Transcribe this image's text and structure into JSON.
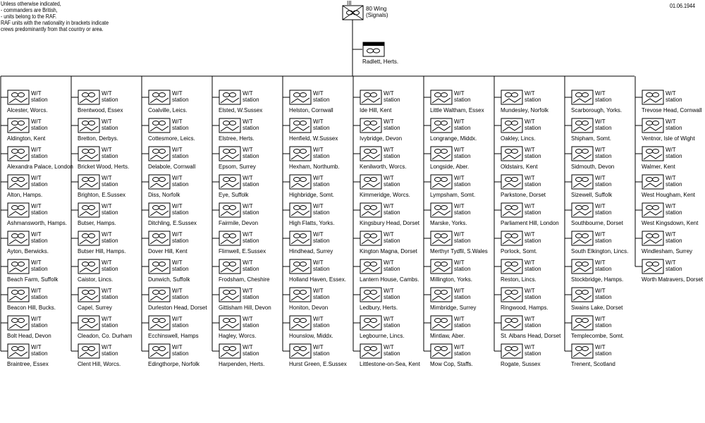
{
  "notes": {
    "line1": "Unless otherwise indicated,",
    "line2": "- commanders are British,",
    "line3": "- units belong to the RAF.",
    "line4": "RAF units with the nationality in brackets indicate",
    "line5": "crews predominantly from that country or area."
  },
  "date": "01.06.1944",
  "hq": {
    "name_line1": "80 Wing",
    "name_line2": "(Signals)",
    "strength_marks": "III"
  },
  "sub_hq": {
    "label": "Radlett, Herts."
  },
  "station_type": {
    "line1": "W/T",
    "line2": "station"
  },
  "columns": [
    [
      "Alcester, Worcs.",
      "Aldington, Kent",
      "Alexandra Palace, London",
      "Alton, Hamps.",
      "Ashmansworth, Hamps.",
      "Ayton, Berwicks.",
      "Beach Farm, Suffolk",
      "Beacon Hill, Bucks.",
      "Bolt Head, Devon",
      "Braintree, Essex"
    ],
    [
      "Brentwood, Essex",
      "Bretton, Derbys.",
      "Bricket Wood, Herts.",
      "Brighton, E.Sussex",
      "Butser, Hamps.",
      "Butser Hill, Hamps.",
      "Caistor, Lincs.",
      "Capel, Surrey",
      "Cleadon, Co. Durham",
      "Clent Hill, Worcs."
    ],
    [
      "Coalville, Leics.",
      "Cottesmore,  Leics.",
      "Delabole, Cornwall",
      "Diss, Norfolk",
      "Ditchling, E.Sussex",
      "Dover Hill, Kent",
      "Dunwich, Suffolk",
      "Durleston Head, Dorset",
      "Ecchinswell, Hamps",
      "Edingthorpe, Norfolk"
    ],
    [
      "Elsted, W.Sussex",
      "Elstree, Herts.",
      "Epsom, Surrey",
      "Eye, Suffolk",
      "Fairmile, Devon",
      "Flimwell, E.Sussex",
      "Frodsham, Cheshire",
      "Gittisham Hill, Devon",
      "Hagley, Worcs.",
      "Harpenden, Herts."
    ],
    [
      "Helston, Cornwall",
      "Henfield, W.Sussex",
      "Hexham, Northumb.",
      "Highbridge, Somt.",
      "High Flatts, Yorks.",
      "Hindhead, Surrey",
      "Holland Haven, Essex.",
      "Honiton, Devon",
      "Hounslow, Middx.",
      "Hurst Green, E.Sussex"
    ],
    [
      "Ide Hill, Kent",
      "Ivybridge, Devon",
      "Kenilworth, Worcs.",
      "Kimmeridge, Worcs.",
      "Kingsbury Head, Dorset",
      "Kington Magna, Dorset",
      "Lantern House, Cambs.",
      "Ledbury, Herts.",
      "Legbourne, Lincs.",
      "Littlestone-on-Sea, Kent"
    ],
    [
      "Little Waltham, Essex",
      "Longrange, Middx.",
      "Longside, Aber.",
      "Lympsham, Somt.",
      "Marske, Yorks.",
      "Merthyr Tydfil, S.Wales",
      "Millington, Yorks.",
      "Mimbridge, Surrey",
      "Mintlaw, Aber.",
      "Mow Cop, Staffs."
    ],
    [
      "Mundesley, Norfolk",
      "Oakley, Lincs.",
      "Oldstairs, Kent",
      "Parkstone, Dorset",
      "Parliament Hill, London",
      "Porlock, Somt.",
      "Reston, Lincs.",
      "Ringwood, Hamps.",
      "St. Albans Head, Dorset",
      "Rogate, Sussex"
    ],
    [
      "Scarborough, Yorks.",
      "Shipham, Somt.",
      "Sidmouth, Devon",
      "Sizewell, Suffolk",
      "Southbourne, Dorset",
      "South Elkington, Lincs.",
      "Stockbridge, Hamps.",
      "Swains Lake, Dorset",
      "Templecombe, Somt.",
      "Trenent, Scotland"
    ],
    [
      "Trevose Head, Cornwall",
      "Ventnor, Isle of Wight",
      "Walmer, Kent",
      "West Hougham, Kent",
      "West Kingsdown, Kent",
      "Windlesham, Surrey",
      "Worth Matravers, Dorset"
    ]
  ]
}
